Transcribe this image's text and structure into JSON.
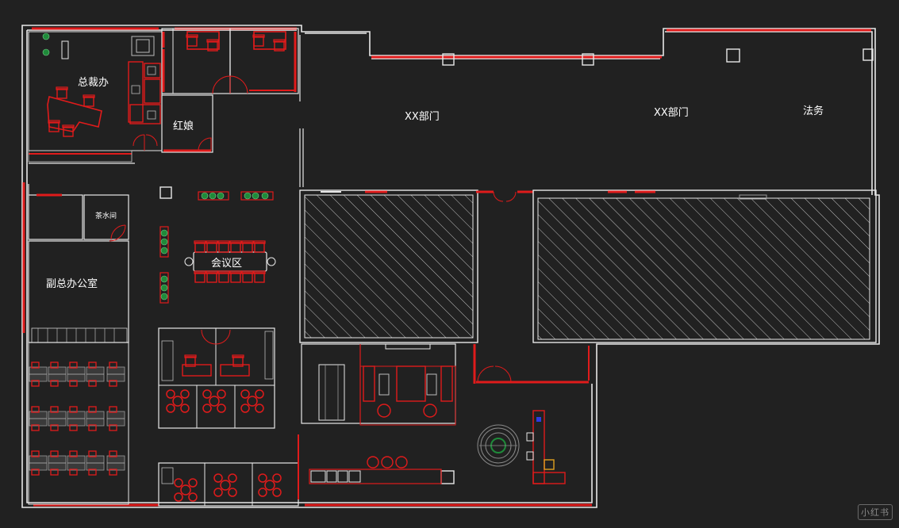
{
  "rooms": {
    "ceo_office": "总裁办",
    "matchmaker": "红娘",
    "tea_room": "茶水间",
    "vice_office": "副总办公室",
    "meeting_area": "会议区",
    "dept_left": "XX部门",
    "dept_right": "XX部门",
    "legal": "法务"
  },
  "watermark": "小红书",
  "colors": {
    "background": "#212121",
    "wall": "#e8e8e8",
    "furniture": "#e01b1b",
    "plant": "#1f8a3a",
    "hatch": "#cfcfcf"
  }
}
